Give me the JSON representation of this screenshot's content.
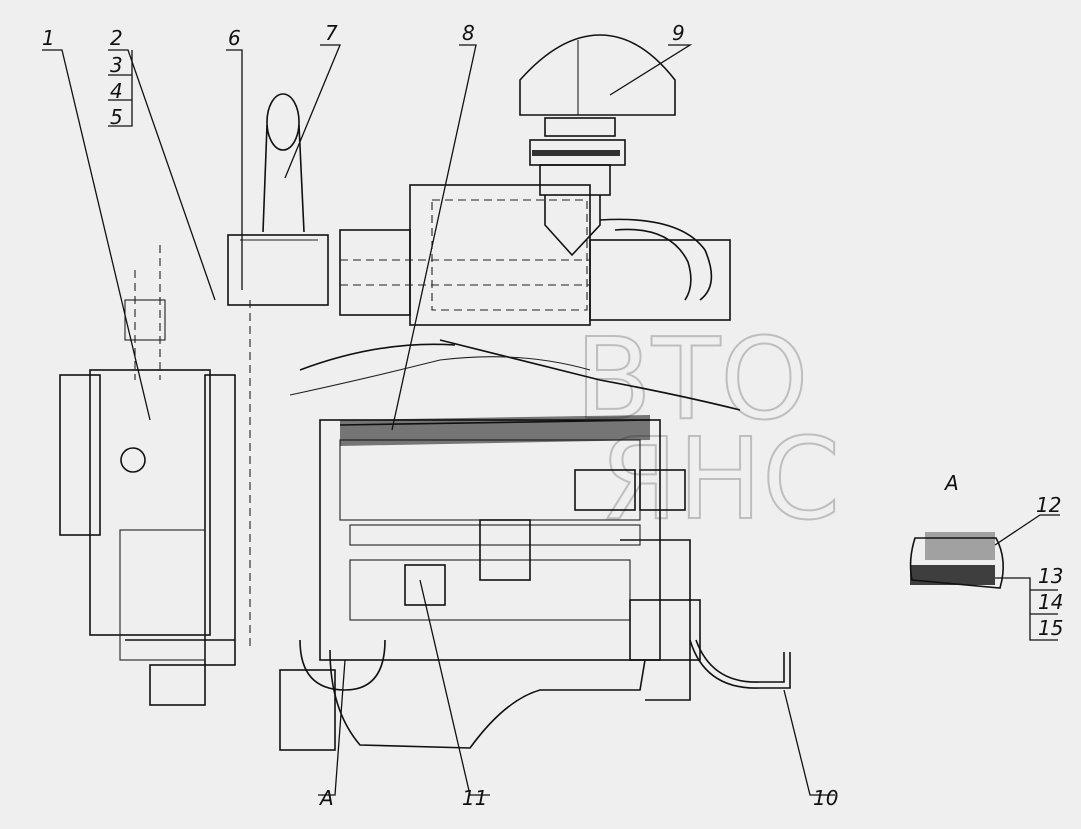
{
  "callouts": {
    "c1": "1",
    "c2": "2",
    "c3": "3",
    "c4": "4",
    "c5": "5",
    "c6": "6",
    "c7": "7",
    "c8": "8",
    "c9": "9",
    "c10": "10",
    "c11": "11",
    "c12": "12",
    "c13": "13",
    "c14": "14",
    "c15": "15"
  },
  "view_labels": {
    "bottom_a": "A",
    "detail_a": "A"
  },
  "watermark": {
    "line1": "ВТО",
    "line2": "ЯНС"
  }
}
